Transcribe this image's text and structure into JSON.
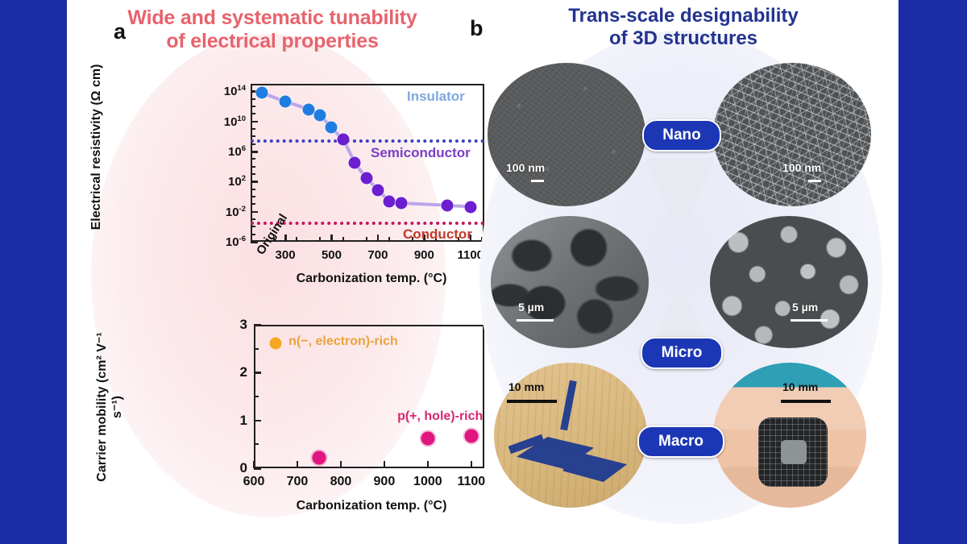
{
  "figure": {
    "side_bar_color": "#1c2ba6",
    "panels": [
      "a",
      "b"
    ]
  },
  "panel_a": {
    "letter": "a",
    "title_line1": "Wide and systematic tunability",
    "title_line2": "of electrical properties",
    "title_color": "#e8636c",
    "blob_color": "#fbdfe2"
  },
  "panel_b": {
    "letter": "b",
    "title_line1": "Trans-scale designability",
    "title_line2": "of 3D structures",
    "title_color": "#23338f",
    "blob_color": "#e7e9f6",
    "badge_color": "#1b37b5",
    "rows": [
      {
        "badge": "Nano",
        "left_image": "sem-carbon-nanoparticle-film",
        "left_scale": "100 nm",
        "right_image": "sem-carbon-nanofiber-mat",
        "right_scale": "100 nm"
      },
      {
        "badge": "Micro",
        "left_image": "sem-porous-microcellular-foam",
        "left_scale": "5 µm",
        "right_image": "sem-micropillar-array",
        "right_scale": "5 µm"
      },
      {
        "badge": "Macro",
        "left_image": "photo-origami-crane",
        "left_scale": "10 mm",
        "right_image": "photo-carbon-ring-on-finger",
        "right_scale": "10 mm"
      }
    ]
  },
  "chart_data": [
    {
      "type": "line",
      "id": "electrical-resistivity",
      "title": "",
      "xlabel": "Carbonization temp. (°C)",
      "ylabel": "Electrical resistivity (Ω cm)",
      "yscale": "log",
      "ylim": [
        1e-06,
        1000000000000000.0
      ],
      "yticks": [
        "10⁻⁶",
        "10⁻²",
        "10²",
        "10⁶",
        "10¹⁰",
        "10¹⁴"
      ],
      "ytick_values": [
        -6,
        -2,
        2,
        6,
        10,
        14
      ],
      "xticks": [
        "300",
        "500",
        "700",
        "900",
        "1100"
      ],
      "xtick_values": [
        300,
        500,
        700,
        900,
        1100
      ],
      "x_first_label": "Original",
      "xlim": [
        150,
        1160
      ],
      "grid": false,
      "series": [
        {
          "name": "Insulator regime",
          "color": "#1f7de0",
          "points": [
            {
              "x": 200,
              "y_exp": 13.8
            },
            {
              "x": 300,
              "y_exp": 12.6
            },
            {
              "x": 400,
              "y_exp": 11.6
            },
            {
              "x": 450,
              "y_exp": 10.8
            },
            {
              "x": 500,
              "y_exp": 9.2
            }
          ]
        },
        {
          "name": "Semiconductor-to-conductor regime",
          "color": "#6b1fd0",
          "points": [
            {
              "x": 550,
              "y_exp": 7.6
            },
            {
              "x": 600,
              "y_exp": 4.5
            },
            {
              "x": 650,
              "y_exp": 2.5
            },
            {
              "x": 700,
              "y_exp": 0.9
            },
            {
              "x": 750,
              "y_exp": -0.6
            },
            {
              "x": 800,
              "y_exp": -0.9
            },
            {
              "x": 1000,
              "y_exp": -1.2
            },
            {
              "x": 1100,
              "y_exp": -1.35
            }
          ]
        }
      ],
      "zones": [
        {
          "label": "Insulator",
          "color": "#7fa8dd",
          "line_color": "#3b3fc4",
          "y_exp": 7.6,
          "label_side": "above-right"
        },
        {
          "label": "Semiconductor",
          "color": "#7b3ec4",
          "line_color": "#3b3fc4",
          "y_exp": 7.6,
          "label_side": "below-right"
        },
        {
          "label": "Conductor",
          "color": "#c0392b",
          "line_color": "#c2185b",
          "y_exp": -3.3,
          "label_side": "below-right"
        }
      ]
    },
    {
      "type": "scatter",
      "id": "carrier-mobility",
      "title": "",
      "xlabel": "Carbonization temp. (°C)",
      "ylabel": "Carrier mobility (cm² V⁻¹ s⁻¹)",
      "ylim": [
        0,
        3
      ],
      "yticks": [
        "0",
        "1",
        "2",
        "3"
      ],
      "ytick_values": [
        0,
        1,
        2,
        3
      ],
      "xlim": [
        600,
        1130
      ],
      "xticks": [
        "600",
        "700",
        "800",
        "900",
        "1000",
        "1100"
      ],
      "xtick_values": [
        600,
        700,
        800,
        900,
        1000,
        1100
      ],
      "grid": false,
      "series": [
        {
          "name": "n(−, electron)-rich",
          "color": "#f5a623",
          "points": []
        },
        {
          "name": "p(+, hole)-rich",
          "color": "#e0157f",
          "points": [
            {
              "x": 750,
              "y": 0.22
            },
            {
              "x": 1000,
              "y": 0.62
            },
            {
              "x": 1100,
              "y": 0.67
            }
          ]
        }
      ],
      "annotations": [
        {
          "text": "n(−, electron)-rich",
          "color": "#e8a33d",
          "x": 680,
          "y": 2.62,
          "marker": true
        },
        {
          "text": "p(+, hole)-rich",
          "color": "#d6266f",
          "x": 930,
          "y": 1.05,
          "marker": false
        }
      ]
    }
  ]
}
